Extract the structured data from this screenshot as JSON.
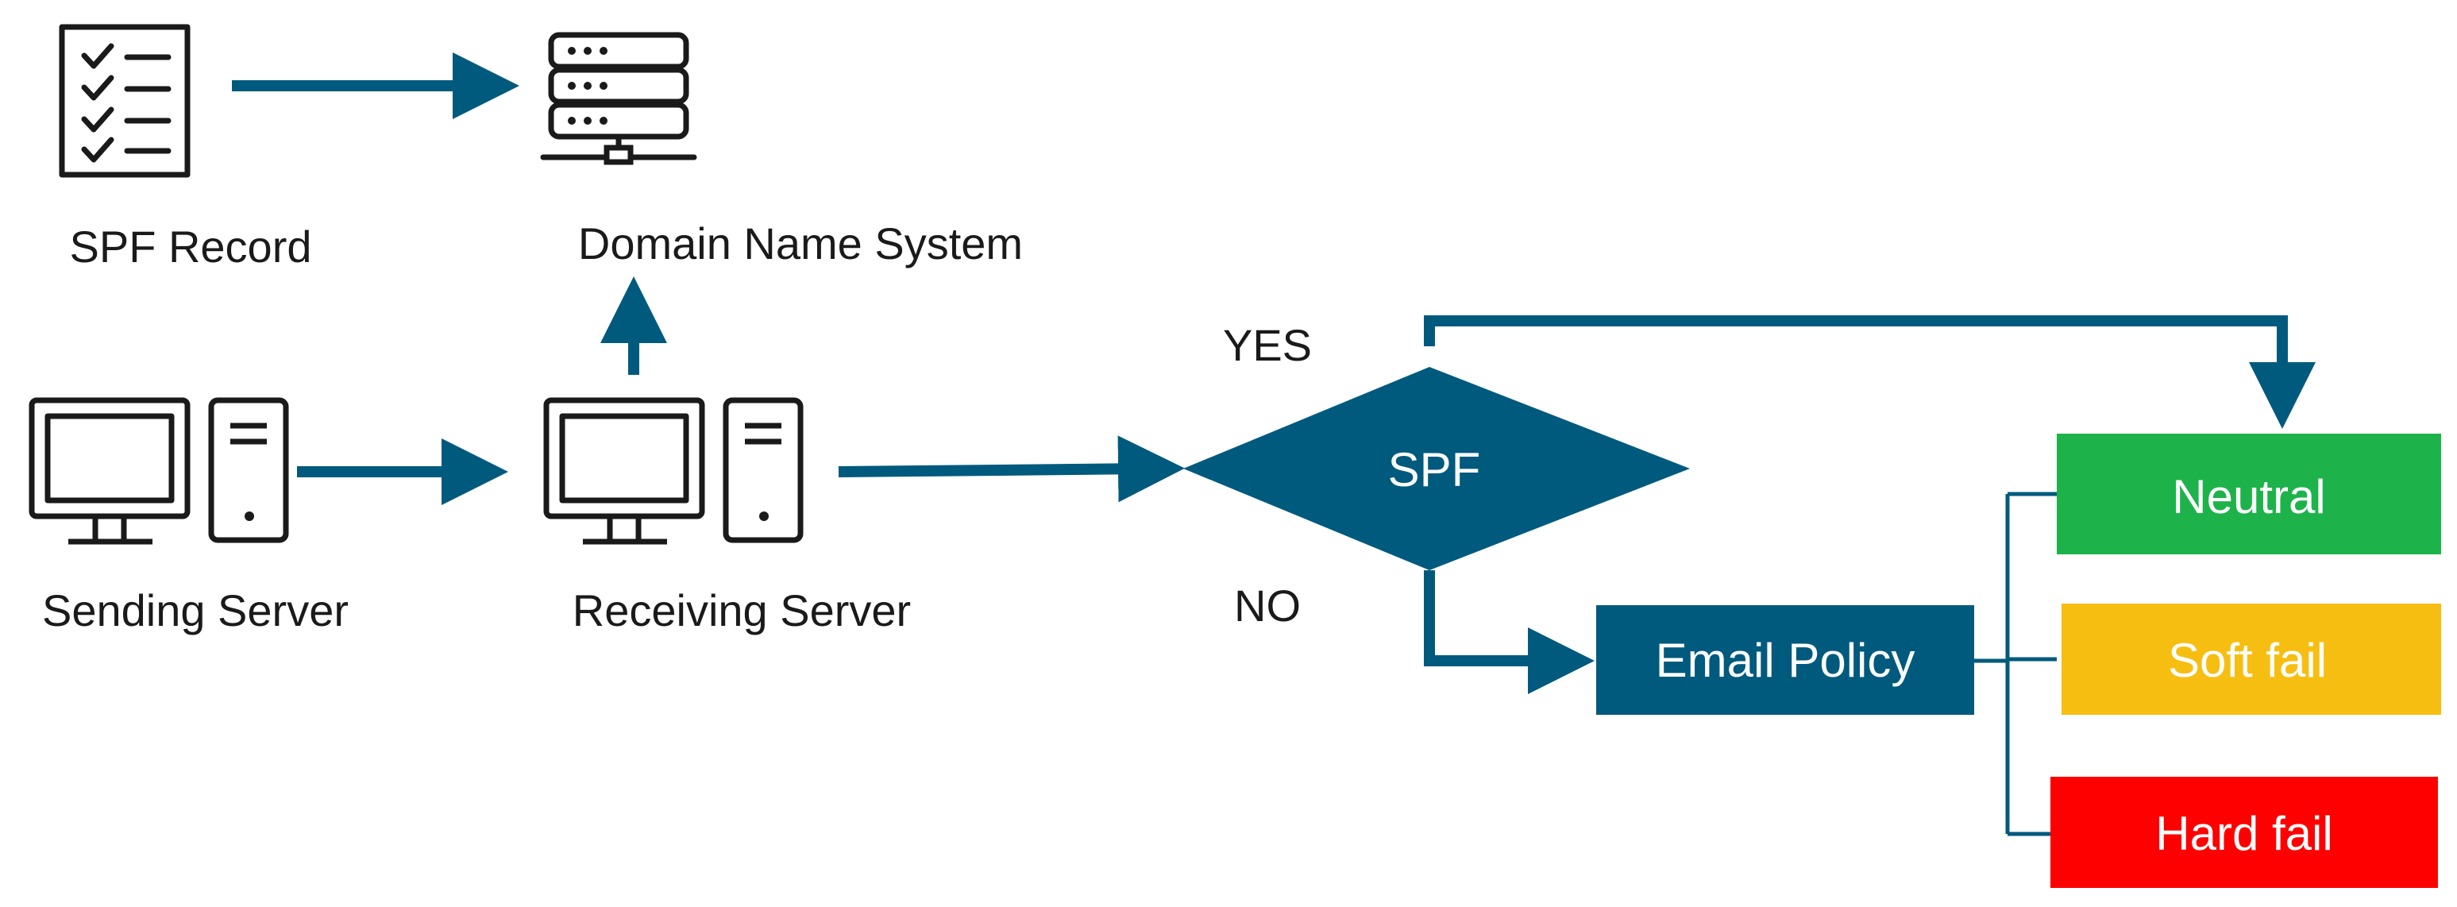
{
  "colors": {
    "accent": "#005a7d",
    "neutral": "#1db34a",
    "soft_fail": "#f7be12",
    "hard_fail": "#fe0000",
    "icon_stroke": "#1a1a1a"
  },
  "icons": [
    "checklist-icon",
    "server-rack-icon",
    "computer-tower-icon"
  ],
  "nodes": {
    "spf_record": "SPF Record",
    "dns": "Domain Name System",
    "sending_server": "Sending Server",
    "receiving_server": "Receiving Server",
    "spf_check": "SPF",
    "email_policy": "Email Policy"
  },
  "branches": {
    "yes": "YES",
    "no": "NO"
  },
  "outcomes": {
    "neutral": "Neutral",
    "soft_fail": "Soft fail",
    "hard_fail": "Hard fail"
  }
}
